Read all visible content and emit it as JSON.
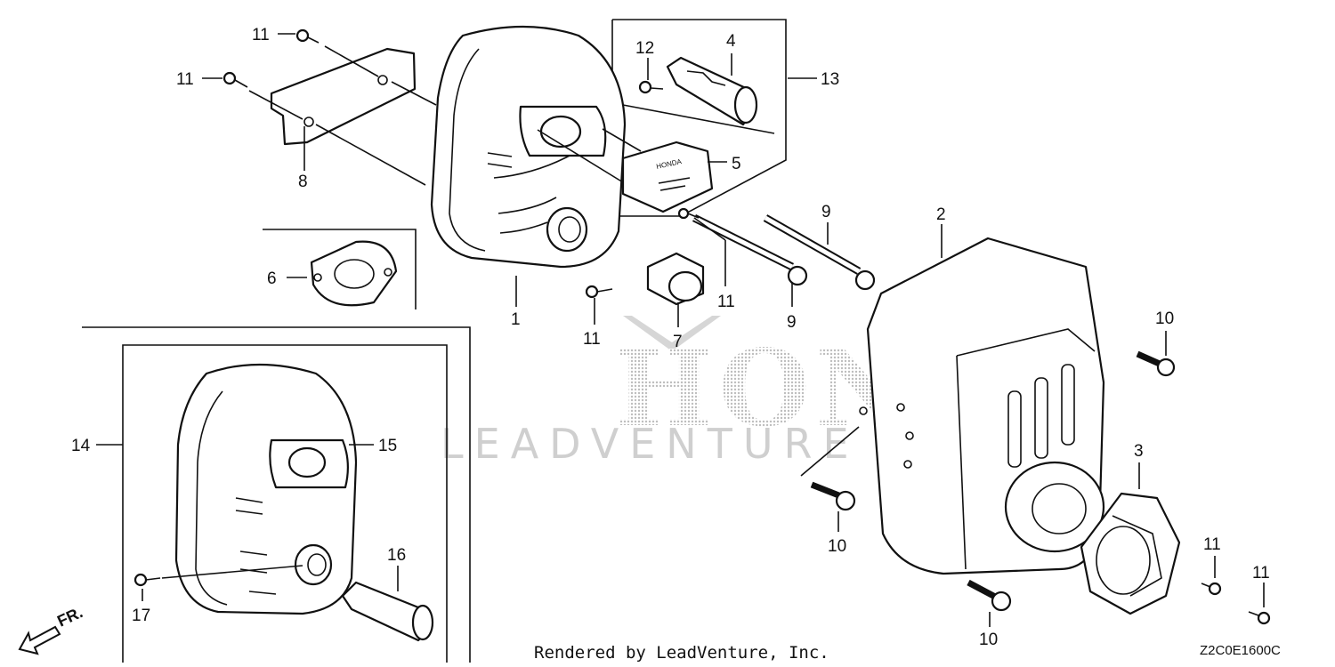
{
  "callouts": {
    "c11a": "11",
    "c11b": "11",
    "c8": "8",
    "c12": "12",
    "c4": "4",
    "c13": "13",
    "c5": "5",
    "c9a": "9",
    "c9b": "9",
    "c2": "2",
    "c6": "6",
    "c1": "1",
    "c11c": "11",
    "c11d": "11",
    "c7": "7",
    "c10a": "10",
    "c10b": "10",
    "c10c": "10",
    "c14": "14",
    "c15": "15",
    "c16": "16",
    "c17": "17",
    "c3": "3",
    "c11e": "11",
    "c11f": "11"
  },
  "watermark": {
    "brand": "HONDA",
    "sub": "LEADVENTURE"
  },
  "footer": {
    "rendered_by": "Rendered by LeadVenture, Inc.",
    "code": "Z2C0E1600C"
  },
  "direction": {
    "label": "FR."
  },
  "part_labels": {
    "cover_logo": "HONDA"
  }
}
